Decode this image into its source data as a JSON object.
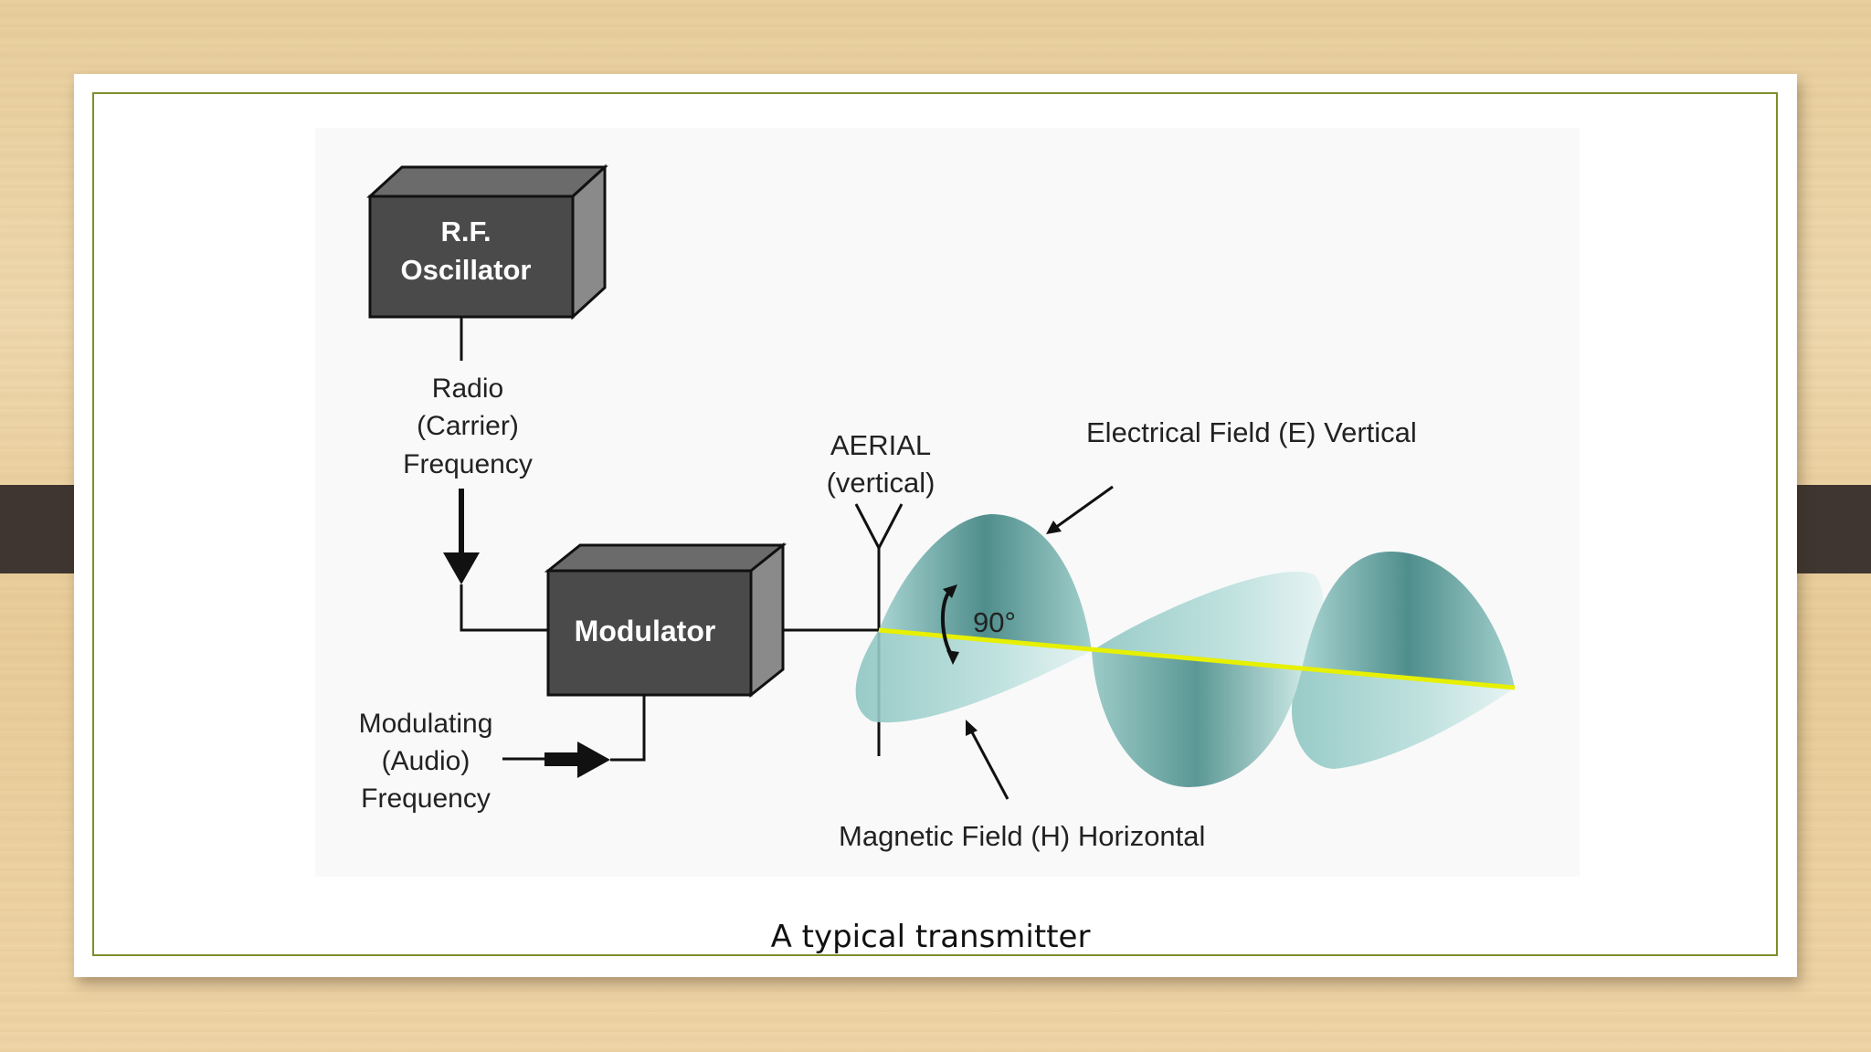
{
  "figure": {
    "rf_oscillator": {
      "line1": "R.F.",
      "line2": "Oscillator"
    },
    "carrier_label": {
      "line1": "Radio",
      "line2": "(Carrier)",
      "line3": "Frequency"
    },
    "modulator": "Modulator",
    "audio_label": {
      "line1": "Modulating",
      "line2": "(Audio)",
      "line3": "Frequency"
    },
    "aerial_label": {
      "line1": "AERIAL",
      "line2": "(vertical)"
    },
    "angle_label": "90°",
    "electric_field_label": "Electrical Field (E) Vertical",
    "magnetic_field_label": "Magnetic Field (H) Horizontal"
  },
  "caption": "A typical transmitter",
  "colors": {
    "border": "#7d8f2a",
    "box_front": "#4a4a4a",
    "wave": "#5f9e9b",
    "axis_line": "#e6f000"
  }
}
